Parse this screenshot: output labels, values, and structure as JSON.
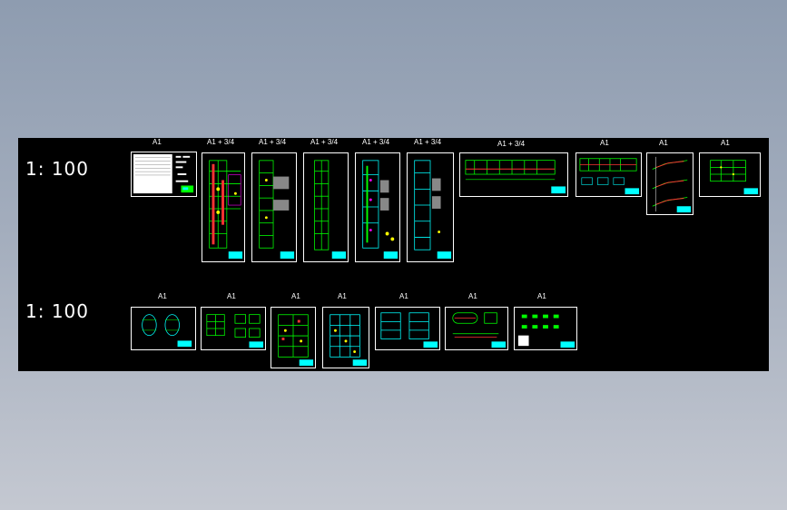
{
  "scales": [
    "1: 100",
    "1: 100"
  ],
  "row1": [
    "A1",
    "A1 + 3/4",
    "A1 + 3/4",
    "A1 + 3/4",
    "A1 + 3/4",
    "A1 + 3/4",
    "A1 + 3/4",
    "A1",
    "A1",
    "A1"
  ],
  "row2": [
    "A1",
    "A1",
    "A1",
    "A1",
    "A1",
    "A1",
    "A1"
  ],
  "colors": {
    "background": "#000000",
    "frame": "#ffffff",
    "green": "#00ff00",
    "cyan": "#00ffff",
    "red": "#ff3030",
    "yellow": "#ffff00",
    "magenta": "#ff00ff",
    "blue": "#3060ff"
  }
}
